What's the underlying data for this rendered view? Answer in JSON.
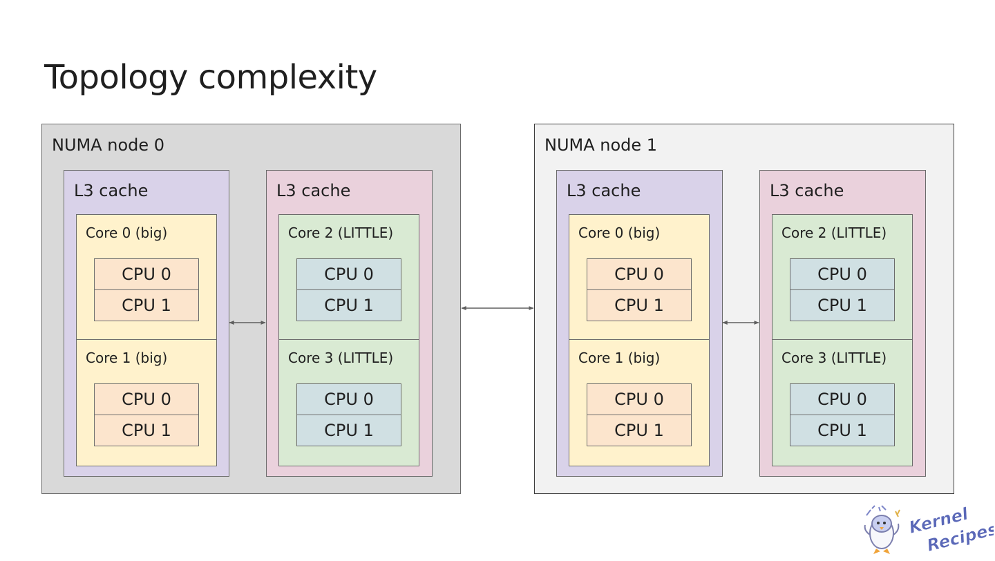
{
  "slide": {
    "title": "Topology complexity"
  },
  "numa_nodes": [
    {
      "label": "NUMA node 0",
      "l3_caches": [
        {
          "label": "L3 cache",
          "cores": [
            {
              "label": "Core 0 (big)",
              "cpus": [
                "CPU 0",
                "CPU 1"
              ]
            },
            {
              "label": "Core 1 (big)",
              "cpus": [
                "CPU 0",
                "CPU 1"
              ]
            }
          ]
        },
        {
          "label": "L3 cache",
          "cores": [
            {
              "label": "Core 2 (LITTLE)",
              "cpus": [
                "CPU 0",
                "CPU 1"
              ]
            },
            {
              "label": "Core 3 (LITTLE)",
              "cpus": [
                "CPU 0",
                "CPU 1"
              ]
            }
          ]
        }
      ]
    },
    {
      "label": "NUMA node 1",
      "l3_caches": [
        {
          "label": "L3 cache",
          "cores": [
            {
              "label": "Core 0 (big)",
              "cpus": [
                "CPU 0",
                "CPU 1"
              ]
            },
            {
              "label": "Core 1 (big)",
              "cpus": [
                "CPU 0",
                "CPU 1"
              ]
            }
          ]
        },
        {
          "label": "L3 cache",
          "cores": [
            {
              "label": "Core 2 (LITTLE)",
              "cpus": [
                "CPU 0",
                "CPU 1"
              ]
            },
            {
              "label": "Core 3 (LITTLE)",
              "cpus": [
                "CPU 0",
                "CPU 1"
              ]
            }
          ]
        }
      ]
    }
  ],
  "logo": {
    "text_line1": "Kernel",
    "text_line2": "Recipes",
    "mascot": "penguin-mascot-icon"
  },
  "colors": {
    "numa0": "#d9d9d9",
    "numa1": "#f2f2f2",
    "l3_purple": "#d9d2e9",
    "l3_pink": "#ead1dc",
    "core_big": "#fff2cc",
    "core_little": "#d9ead3",
    "cpu_big": "#fce5cd",
    "cpu_little": "#d0e0e3",
    "logo_text": "#5a68b8"
  }
}
